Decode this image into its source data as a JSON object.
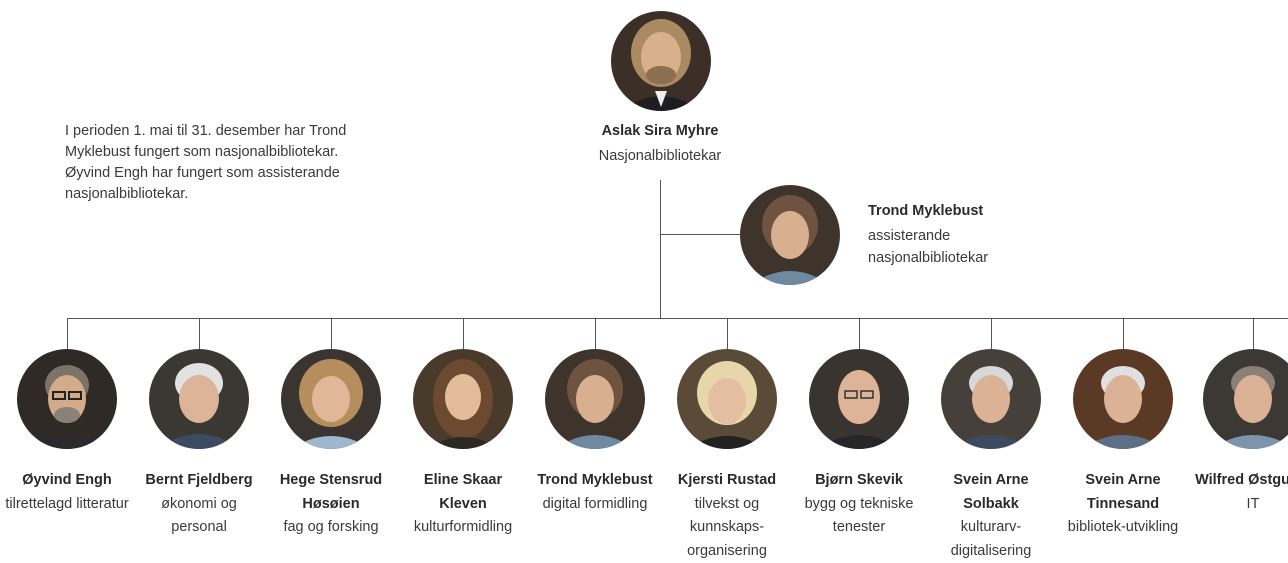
{
  "note": "I perioden 1. mai til 31. desember har Trond Myklebust fungert som nasjonalbibliotekar. Øyvind Engh har fungert som assisterande nasjonalbibliotekar.",
  "leader": {
    "name": "Aslak Sira Myhre",
    "role": "Nasjonalbibliotekar"
  },
  "deputy": {
    "name": "Trond Myklebust",
    "role": "assisterande nasjonalbibliotekar"
  },
  "members": [
    {
      "name": "Øyvind Engh",
      "dept": "tilrettelagd litteratur"
    },
    {
      "name": "Bernt Fjeldberg",
      "dept": "økonomi og personal"
    },
    {
      "name": "Hege Stensrud Høsøien",
      "dept": "fag og forsking"
    },
    {
      "name": "Eline Skaar Kleven",
      "dept": "kulturformidling"
    },
    {
      "name": "Trond Myklebust",
      "dept": "digital formidling"
    },
    {
      "name": "Kjersti Rustad",
      "dept": "tilvekst og kunnskaps-organisering"
    },
    {
      "name": "Bjørn Skevik",
      "dept": "bygg og tekniske tenester"
    },
    {
      "name": "Svein Arne Solbakk",
      "dept": "kulturarv-digitalisering"
    },
    {
      "name": "Svein Arne Tinnesand",
      "dept": "bibliotek-utvikling"
    },
    {
      "name": "Wilfred Østgulen",
      "dept": "IT"
    }
  ],
  "colors": {
    "connector": "#555555",
    "text": "#333333",
    "bg": "#ffffff"
  }
}
